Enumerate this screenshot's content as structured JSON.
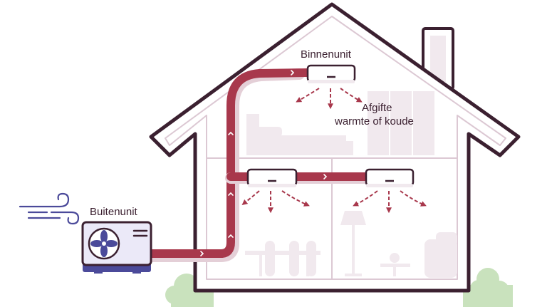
{
  "labels": {
    "indoor_unit": "Binnenunit",
    "outdoor_unit": "Buitenunit",
    "output_line1": "Afgifte",
    "output_line2": "warmte of koude"
  },
  "colors": {
    "outline": "#3b2030",
    "wall_fill": "#ffffff",
    "inner_line": "#dcc8d3",
    "furniture": "#f1e9ee",
    "pipe": "#a8384c",
    "pipe_shadow": "#e4cfd7",
    "airflow": "#a8384c",
    "outdoor_unit_body": "#ebe9f8",
    "outdoor_unit_base": "#4b4a9a",
    "fan_blade": "#4b4a9a",
    "wind": "#4b4a9a",
    "bush": "#c9e2bd"
  },
  "icons": [
    "wind-icon",
    "fan-icon",
    "airflow-arrow-icon",
    "pipe-direction-chevron-icon"
  ]
}
